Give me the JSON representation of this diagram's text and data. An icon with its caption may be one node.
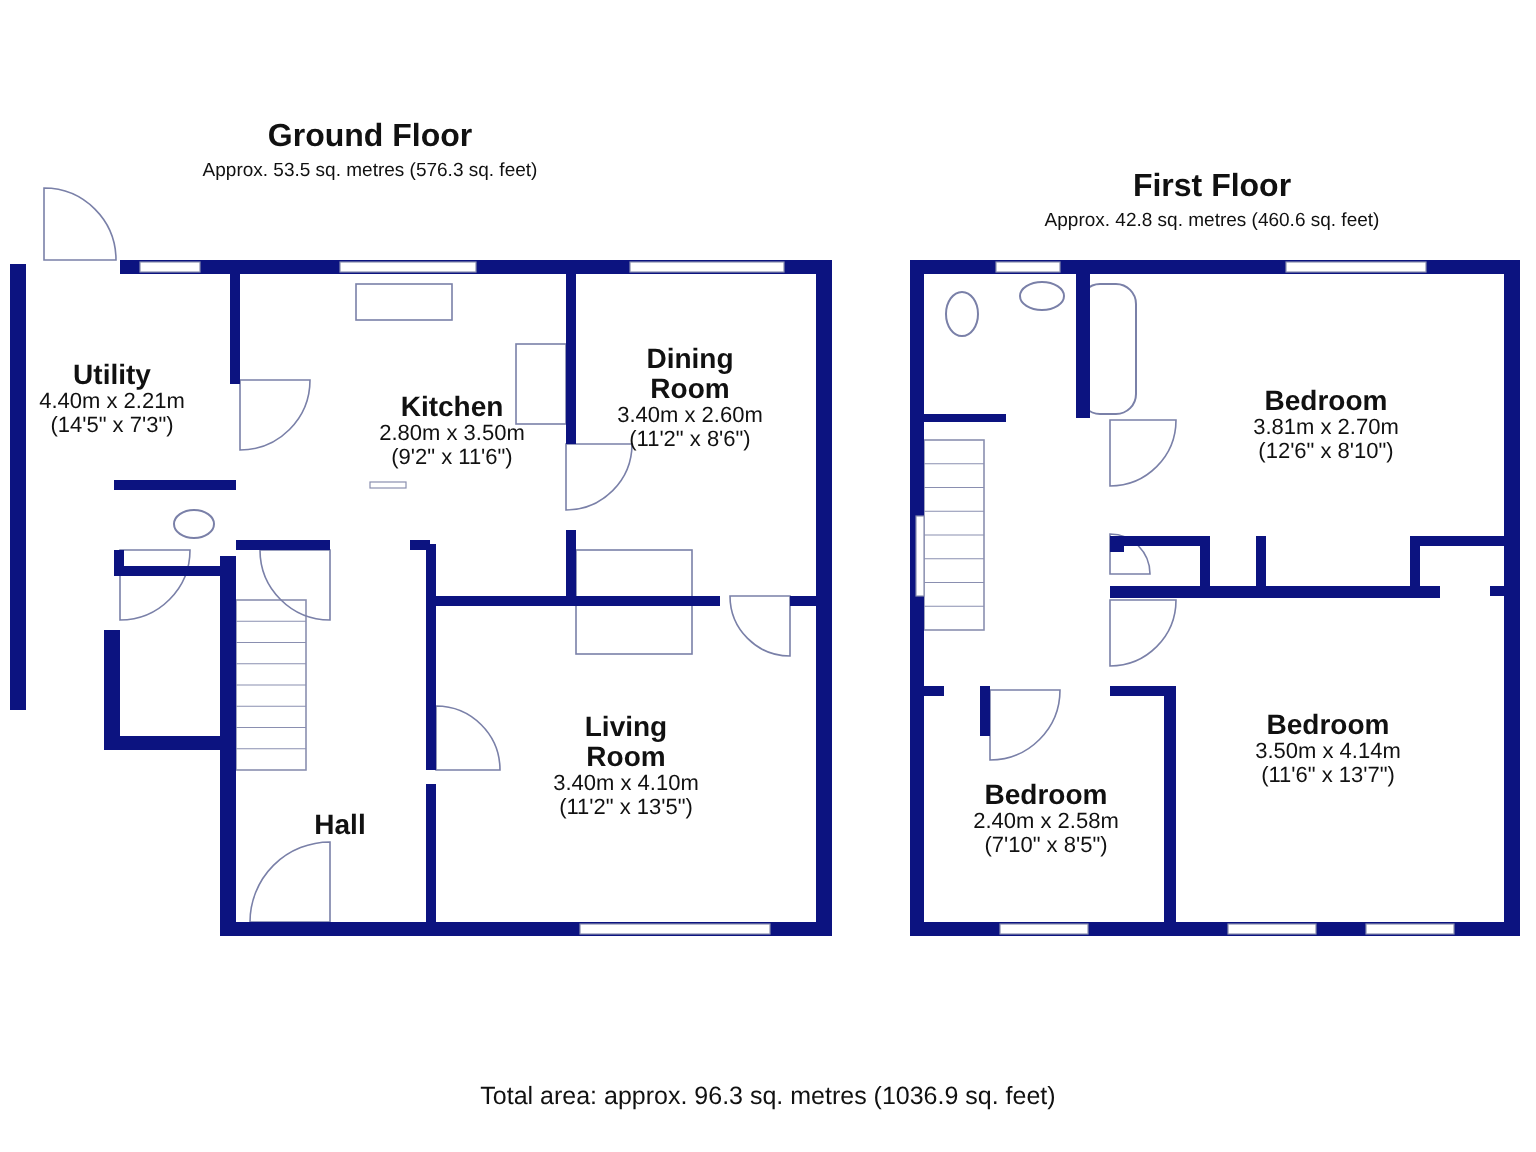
{
  "diagram": {
    "caption": "Total area: approx. 96.3 sq. metres (1036.9 sq. feet)",
    "nodes": [
      {
        "text": [
          "Ground Floor",
          "Approx. 53.5 sq. metres (576.3 sq. feet)"
        ]
      },
      {
        "text": [
          "Utility",
          "4.40m x 2.21m (14'5\" x 7'3\")"
        ],
        "in": 0
      },
      {
        "text": [
          "Kitchen",
          "2.80m x 3.50m (9'2\" x 11'6\")"
        ],
        "in": 0
      },
      {
        "text": [
          "Dining Room",
          "3.40m x 2.60m (11'2\" x 8'6\")"
        ],
        "in": 0
      },
      {
        "text": [
          "Living Room",
          "3.40m x 4.10m (11'2\" x 13'5\")"
        ],
        "in": 0
      },
      {
        "text": [
          "Hall"
        ],
        "in": 0
      },
      {
        "text": [
          "First Floor",
          "Approx. 42.8 sq. metres (460.6 sq. feet)"
        ]
      },
      {
        "text": [
          "Bedroom",
          "3.81m x 2.70m (12'6\" x 8'10\")"
        ],
        "in": 6
      },
      {
        "text": [
          "Bedroom",
          "3.50m x 4.14m (11'6\" x 13'7\")"
        ],
        "in": 6
      },
      {
        "text": [
          "Bedroom",
          "2.40m x 2.58m (7'10\" x 8'5\")"
        ],
        "in": 6
      }
    ]
  }
}
